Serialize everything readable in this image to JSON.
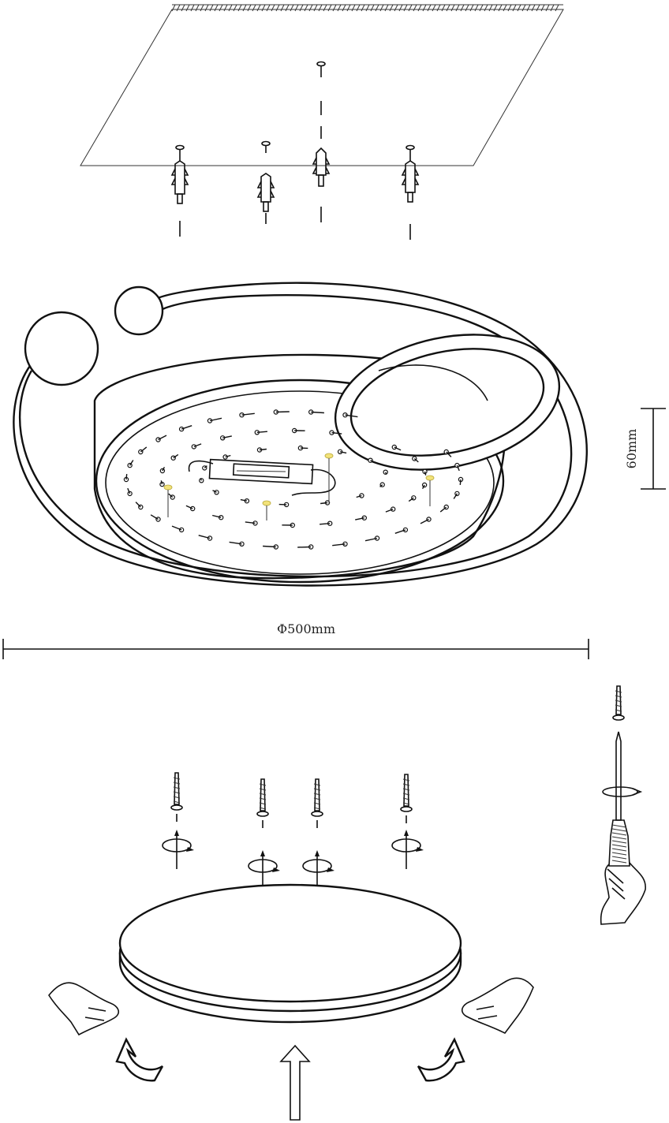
{
  "dimensions": {
    "height_label": "60mm",
    "diameter_label": "Φ500mm"
  },
  "colors": {
    "line": "#111111",
    "accent_led": "#f2e27a",
    "background": "#ffffff"
  },
  "steps": {
    "ceiling_mount": {
      "plate_count": 1,
      "anchor_count": 4
    },
    "fixture_top_view": {
      "globe_count": 2,
      "ring_count": 1
    },
    "cover_attach": {
      "screw_count": 4
    }
  }
}
